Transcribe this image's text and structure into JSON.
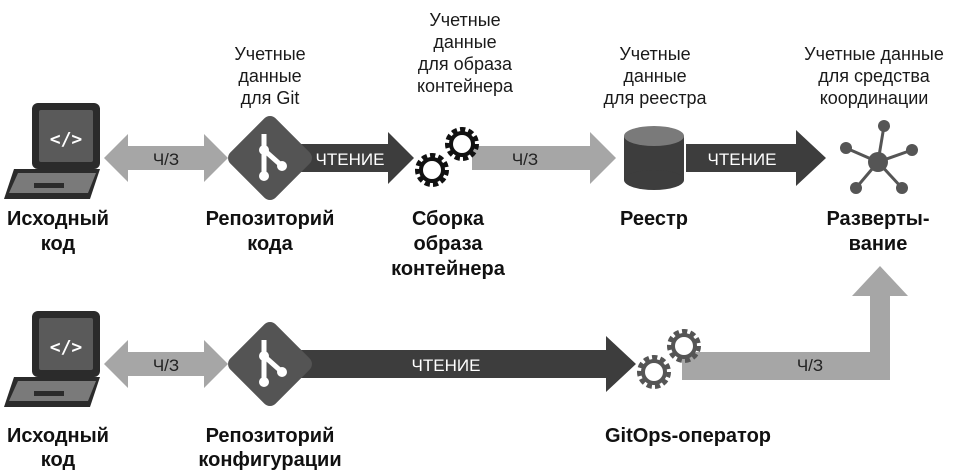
{
  "colors": {
    "dark": "#3d3d3d",
    "light_arrow": "#a6a6a6",
    "icon_bg": "#6b6b6b",
    "text": "#111111"
  },
  "top_row": {
    "nodes": {
      "source": {
        "label": [
          "Исходный",
          "код"
        ],
        "icon": "laptop-code-icon"
      },
      "repo": {
        "label": [
          "Репозиторий",
          "кода"
        ],
        "icon": "git-icon"
      },
      "build": {
        "label": [
          "Сборка",
          "образа",
          "контейнера"
        ],
        "icon": "gears-icon"
      },
      "registry": {
        "label": [
          "Реестр"
        ],
        "icon": "database-icon"
      },
      "deploy": {
        "label": [
          "Разверты-",
          "вание"
        ],
        "icon": "network-hub-icon"
      }
    },
    "credentials": {
      "git": [
        "Учетные",
        "данные",
        "для Git"
      ],
      "image": [
        "Учетные",
        "данные",
        "для образа",
        "контейнера"
      ],
      "registry": [
        "Учетные",
        "данные",
        "для реестра"
      ],
      "orchestrator": [
        "Учетные данные",
        "для средства",
        "координации"
      ]
    },
    "arrows": {
      "source_repo": "Ч/З",
      "repo_build": "ЧТЕНИЕ",
      "build_registry": "Ч/З",
      "registry_deploy": "ЧТЕНИЕ"
    }
  },
  "bottom_row": {
    "nodes": {
      "source": {
        "label": [
          "Исходный",
          "код"
        ],
        "icon": "laptop-code-icon"
      },
      "config_repo": {
        "label": [
          "Репозиторий",
          "конфигурации"
        ],
        "icon": "git-icon"
      },
      "operator": {
        "label": [
          "GitOps-оператор"
        ],
        "icon": "gears-icon"
      }
    },
    "arrows": {
      "source_config": "Ч/З",
      "config_operator": "ЧТЕНИЕ",
      "operator_deploy": "Ч/З"
    }
  }
}
